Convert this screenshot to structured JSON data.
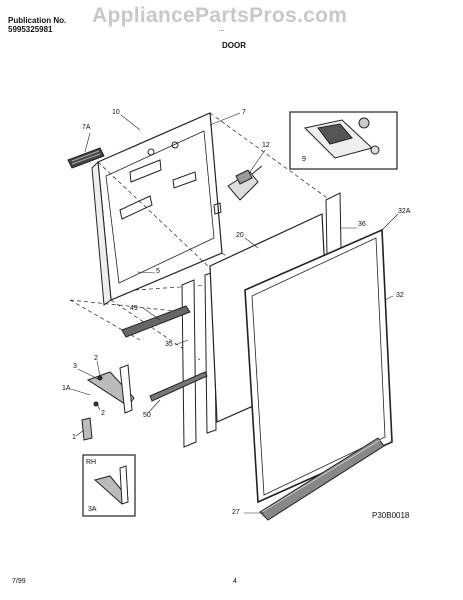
{
  "header": {
    "publication_label": "Publication No.",
    "publication_number": "5995325981",
    "model_fragment": "...",
    "section_title": "DOOR",
    "watermark": "AppliancePartsPros.com"
  },
  "callouts": {
    "c10": "10",
    "c7": "7",
    "c7a": "7A",
    "c12": "12",
    "c9": "9",
    "c20": "20",
    "c36": "36",
    "c32a": "32A",
    "c32": "32",
    "c5": "5",
    "c49": "49",
    "c35": "35",
    "c3": "3",
    "c2a": "2",
    "c1a": "1A",
    "c50": "50",
    "c2b": "2",
    "c1": "1",
    "rh": "RH",
    "c3a": "3A",
    "c27": "27"
  },
  "footer": {
    "diagram_code": "P30B0018",
    "date": "7/99",
    "page": "4"
  }
}
